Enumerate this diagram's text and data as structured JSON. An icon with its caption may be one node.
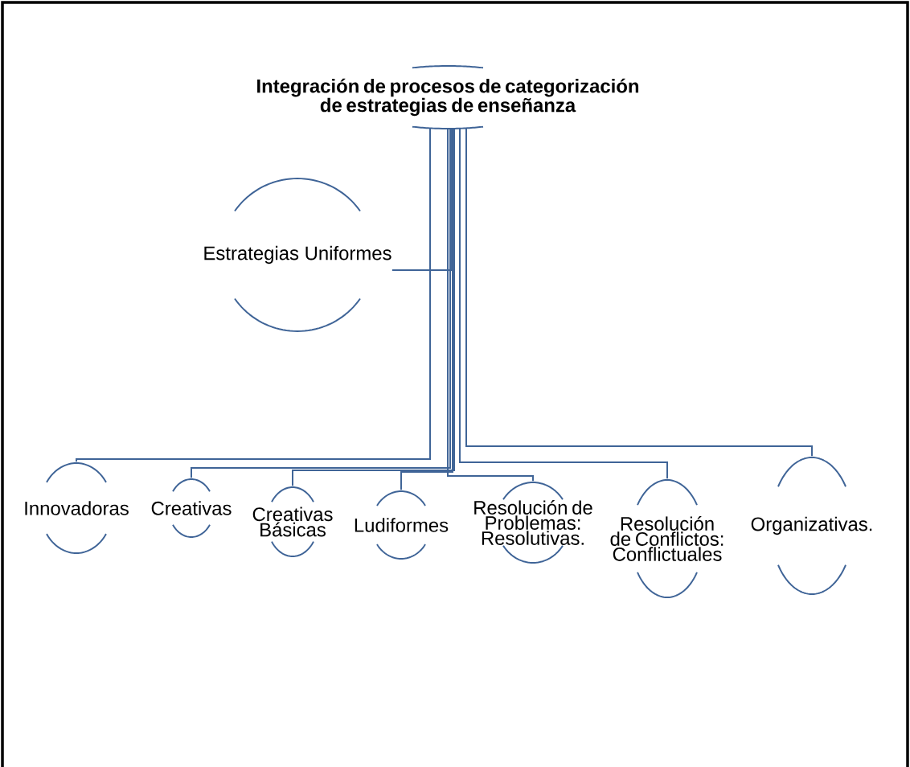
{
  "diagram": {
    "nodes": [
      {
        "text": [
          "Integración de procesos de categorización de estrategias de enseñanza"
        ]
      },
      {
        "text": [
          "Estrategias Uniformes"
        ]
      },
      {
        "text": [
          "Innovadoras"
        ]
      },
      {
        "text": [
          "Creativas"
        ]
      },
      {
        "text": [
          "Creativas Básicas"
        ]
      },
      {
        "text": [
          "Ludiformes"
        ]
      },
      {
        "text": [
          "Resolución de Problemas: Resolutivas."
        ]
      },
      {
        "text": [
          "Resolución de Conflictos: Conflictuales"
        ]
      },
      {
        "text": [
          "Organizativas."
        ]
      }
    ],
    "edges": [
      {
        "from": 0,
        "to": 1,
        "arrow": "none"
      },
      {
        "from": 0,
        "to": 2,
        "arrow": "none"
      },
      {
        "from": 0,
        "to": 3,
        "arrow": "none"
      },
      {
        "from": 0,
        "to": 4,
        "arrow": "none"
      },
      {
        "from": 0,
        "to": 5,
        "arrow": "none"
      },
      {
        "from": 0,
        "to": 6,
        "arrow": "none"
      },
      {
        "from": 0,
        "to": 7,
        "arrow": "none"
      },
      {
        "from": 0,
        "to": 8,
        "arrow": "none"
      }
    ]
  }
}
